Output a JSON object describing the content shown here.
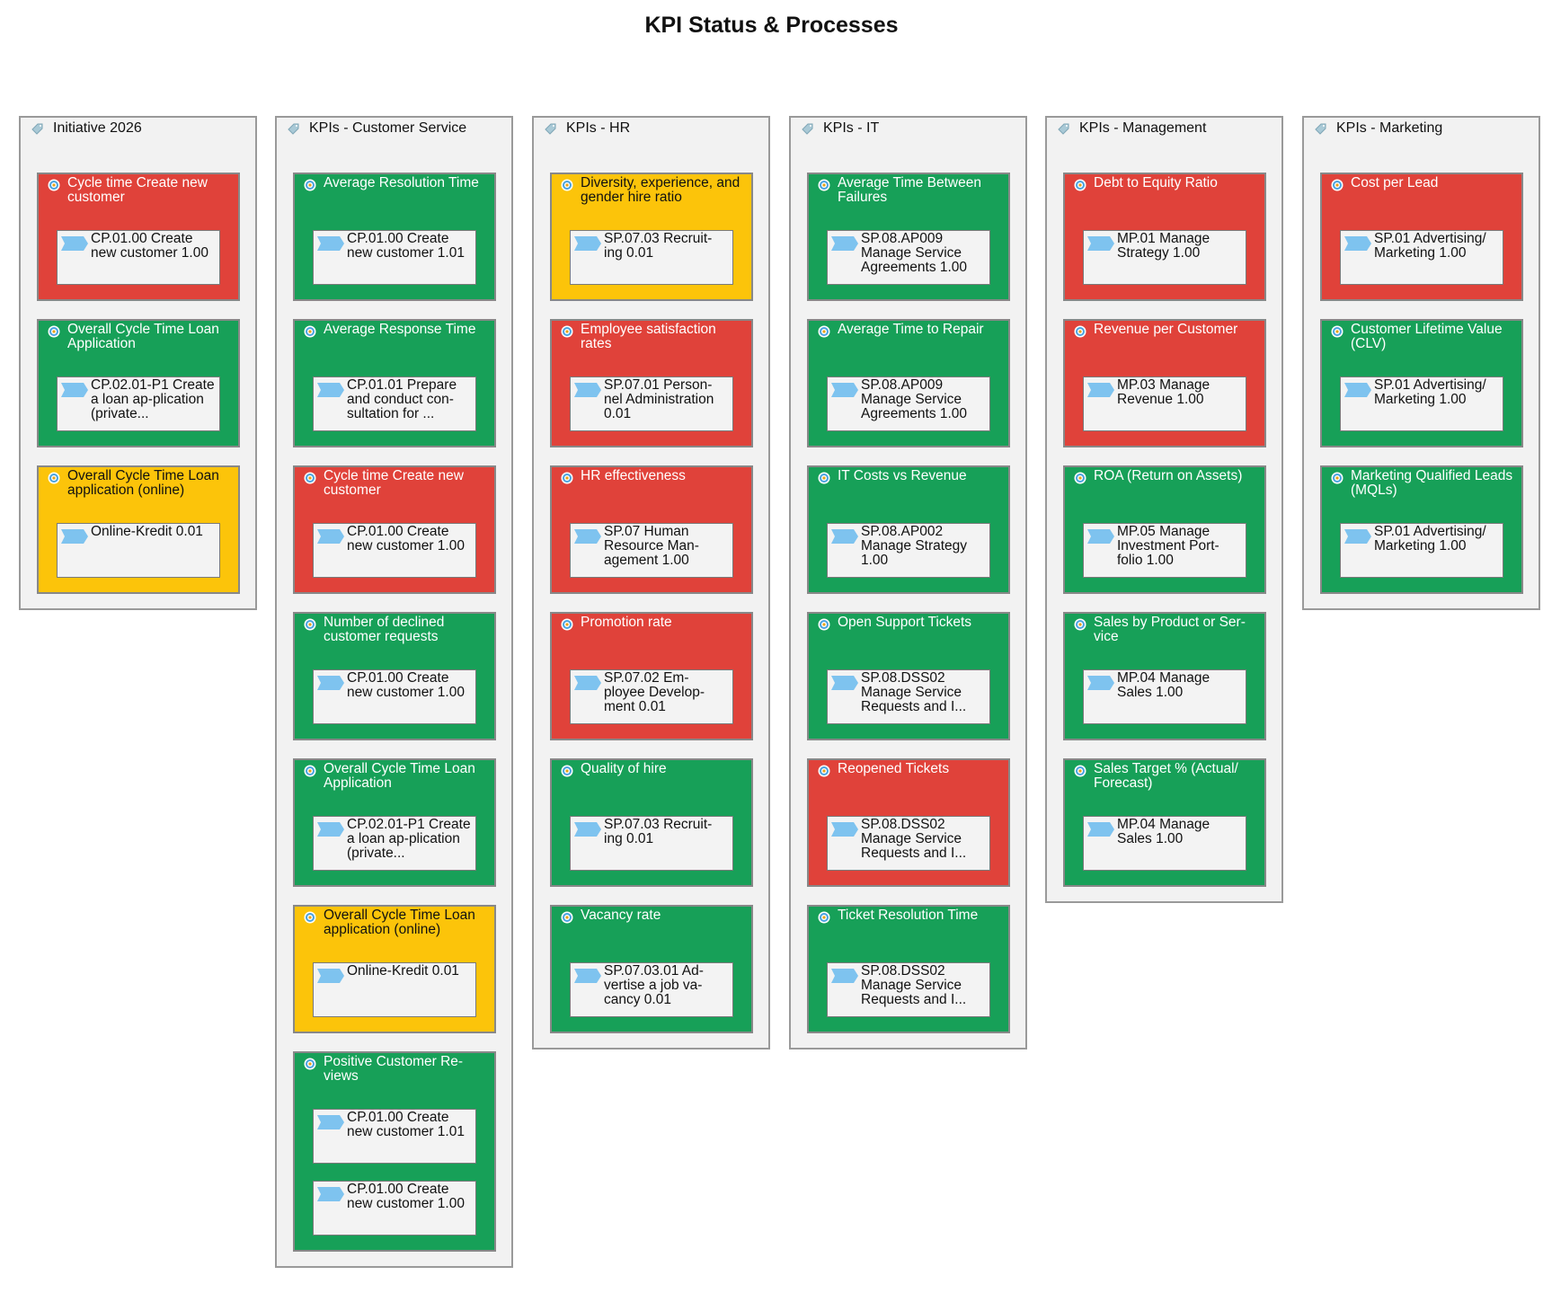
{
  "page_title": "KPI Status & Processes",
  "status_colors": {
    "red": "#e0423a",
    "green": "#17a058",
    "yellow": "#fcc40a"
  },
  "icons": {
    "column": "tag-icon",
    "kpi": "target-icon",
    "process": "process-arrow-icon"
  },
  "columns": [
    {
      "title": "Initiative 2026",
      "kpis": [
        {
          "title": "Cycle time Create new customer",
          "status": "red",
          "processes": [
            "CP.01.00 Create new customer 1.00"
          ]
        },
        {
          "title": "Overall Cycle Time Loan Application",
          "status": "green",
          "processes": [
            "CP.02.01-P1 Create a loan ap-plication (private..."
          ]
        },
        {
          "title": "Overall Cycle Time Loan application (online)",
          "status": "yellow",
          "processes": [
            "Online-Kredit 0.01"
          ]
        }
      ]
    },
    {
      "title": "KPIs - Customer Service",
      "kpis": [
        {
          "title": "Average Resolution Time",
          "status": "green",
          "processes": [
            "CP.01.00 Create new customer 1.01"
          ]
        },
        {
          "title": "Average Response Time",
          "status": "green",
          "processes": [
            "CP.01.01 Prepare and conduct con-sultation for ..."
          ]
        },
        {
          "title": "Cycle time Create new customer",
          "status": "red",
          "processes": [
            "CP.01.00 Create new customer 1.00"
          ]
        },
        {
          "title": "Number of declined customer requests",
          "status": "green",
          "processes": [
            "CP.01.00 Create new customer 1.00"
          ]
        },
        {
          "title": "Overall Cycle Time Loan Application",
          "status": "green",
          "processes": [
            "CP.02.01-P1 Create a loan ap-plication (private..."
          ]
        },
        {
          "title": "Overall Cycle Time Loan application (online)",
          "status": "yellow",
          "processes": [
            "Online-Kredit 0.01"
          ]
        },
        {
          "title": "Positive Customer Re-views",
          "status": "green",
          "processes": [
            "CP.01.00 Create new customer 1.01",
            "CP.01.00 Create new customer 1.00"
          ]
        }
      ]
    },
    {
      "title": "KPIs - HR",
      "kpis": [
        {
          "title": "Diversity, experience, and gender hire ratio",
          "status": "yellow",
          "processes": [
            "SP.07.03 Recruit-ing 0.01"
          ]
        },
        {
          "title": "Employee satisfaction rates",
          "status": "red",
          "processes": [
            "SP.07.01 Person-nel Administration 0.01"
          ]
        },
        {
          "title": "HR effectiveness",
          "status": "red",
          "processes": [
            "SP.07 Human Resource Man-agement 1.00"
          ]
        },
        {
          "title": "Promotion rate",
          "status": "red",
          "processes": [
            "SP.07.02 Em-ployee Develop-ment 0.01"
          ]
        },
        {
          "title": "Quality of hire",
          "status": "green",
          "processes": [
            "SP.07.03 Recruit-ing 0.01"
          ]
        },
        {
          "title": "Vacancy rate",
          "status": "green",
          "processes": [
            "SP.07.03.01 Ad-vertise a job va-cancy 0.01"
          ]
        }
      ]
    },
    {
      "title": "KPIs - IT",
      "kpis": [
        {
          "title": "Average Time Between Failures",
          "status": "green",
          "processes": [
            "SP.08.AP009 Manage Service Agreements 1.00"
          ]
        },
        {
          "title": "Average Time to Repair",
          "status": "green",
          "processes": [
            "SP.08.AP009 Manage Service Agreements 1.00"
          ]
        },
        {
          "title": "IT Costs vs Revenue",
          "status": "green",
          "processes": [
            "SP.08.AP002 Manage Strategy 1.00"
          ]
        },
        {
          "title": "Open Support Tickets",
          "status": "green",
          "processes": [
            "SP.08.DSS02 Manage Service Requests and I..."
          ]
        },
        {
          "title": "Reopened Tickets",
          "status": "red",
          "processes": [
            "SP.08.DSS02 Manage Service Requests and I..."
          ]
        },
        {
          "title": "Ticket Resolution Time",
          "status": "green",
          "processes": [
            "SP.08.DSS02 Manage Service Requests and I..."
          ]
        }
      ]
    },
    {
      "title": "KPIs - Management",
      "kpis": [
        {
          "title": "Debt to Equity Ratio",
          "status": "red",
          "processes": [
            "MP.01 Manage Strategy 1.00"
          ]
        },
        {
          "title": "Revenue per Customer",
          "status": "red",
          "processes": [
            "MP.03 Manage Revenue 1.00"
          ]
        },
        {
          "title": "ROA (Return on Assets)",
          "status": "green",
          "processes": [
            "MP.05 Manage Investment Port-folio 1.00"
          ]
        },
        {
          "title": "Sales by Product or Ser-vice",
          "status": "green",
          "processes": [
            "MP.04 Manage Sales 1.00"
          ]
        },
        {
          "title": "Sales Target % (Actual/ Forecast)",
          "status": "green",
          "processes": [
            "MP.04 Manage Sales 1.00"
          ]
        }
      ]
    },
    {
      "title": "KPIs - Marketing",
      "kpis": [
        {
          "title": "Cost per Lead",
          "status": "red",
          "processes": [
            "SP.01 Advertising/ Marketing 1.00"
          ]
        },
        {
          "title": "Customer Lifetime Value (CLV)",
          "status": "green",
          "processes": [
            "SP.01 Advertising/ Marketing 1.00"
          ]
        },
        {
          "title": "Marketing Qualified Leads (MQLs)",
          "status": "green",
          "processes": [
            "SP.01 Advertising/ Marketing 1.00"
          ]
        }
      ]
    }
  ]
}
